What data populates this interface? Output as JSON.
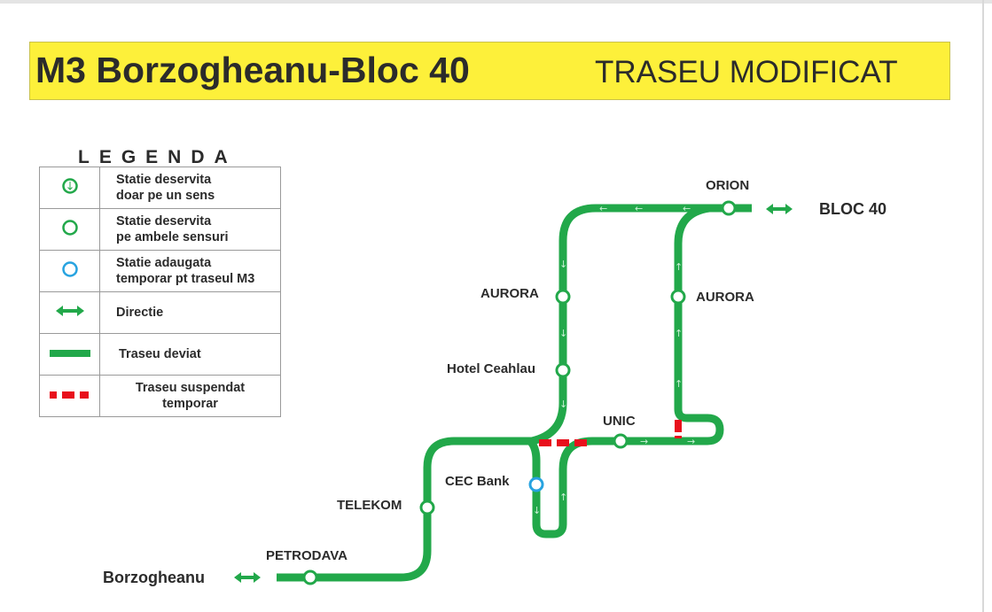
{
  "header": {
    "title": "M3 Borzogheanu-Bloc 40",
    "subtitle": "TRASEU MODIFICAT"
  },
  "legend": {
    "title": "LEGENDA",
    "items": [
      {
        "icon": "one-way-station-icon",
        "line1": "Statie deservita",
        "line2": "doar pe un sens"
      },
      {
        "icon": "two-way-station-icon",
        "line1": "Statie deservita",
        "line2": "pe ambele sensuri"
      },
      {
        "icon": "temporary-station-icon",
        "line1": "Statie adaugata",
        "line2": "temporar pt traseul M3"
      },
      {
        "icon": "direction-arrow-icon",
        "line1": "Directie"
      },
      {
        "icon": "diverted-route-icon",
        "line1": "Traseu deviat"
      },
      {
        "icon": "suspended-route-icon",
        "line1": "Traseu suspendat",
        "line2": "temporar"
      }
    ]
  },
  "map": {
    "terminals": {
      "start": "Borzogheanu",
      "end": "BLOC 40"
    },
    "stations": {
      "orion": "ORION",
      "aurora_left": "AURORA",
      "aurora_right": "AURORA",
      "hotel": "Hotel Ceahlau",
      "unic": "UNIC",
      "cec": "CEC Bank",
      "telekom": "TELEKOM",
      "petrodava": "PETRODAVA"
    }
  },
  "colors": {
    "route": "#22a84a",
    "suspended": "#e8101c",
    "temporary": "#27a3e0",
    "header": "#fdf03a"
  }
}
